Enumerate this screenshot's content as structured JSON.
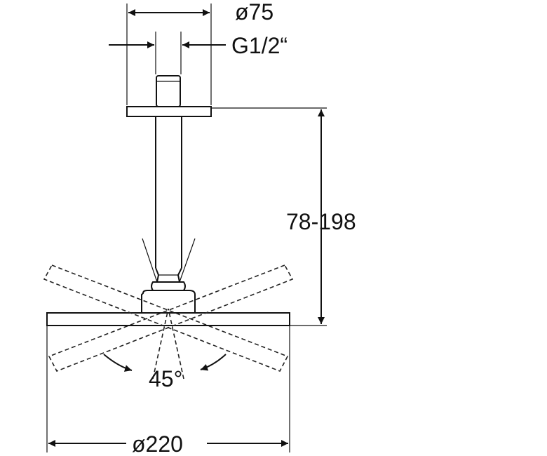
{
  "dimensions": {
    "flange_diameter": "ø75",
    "thread": "G1/2“",
    "arm_length_range": "78-198",
    "tilt_angle": "45°",
    "head_diameter": "ø220"
  }
}
